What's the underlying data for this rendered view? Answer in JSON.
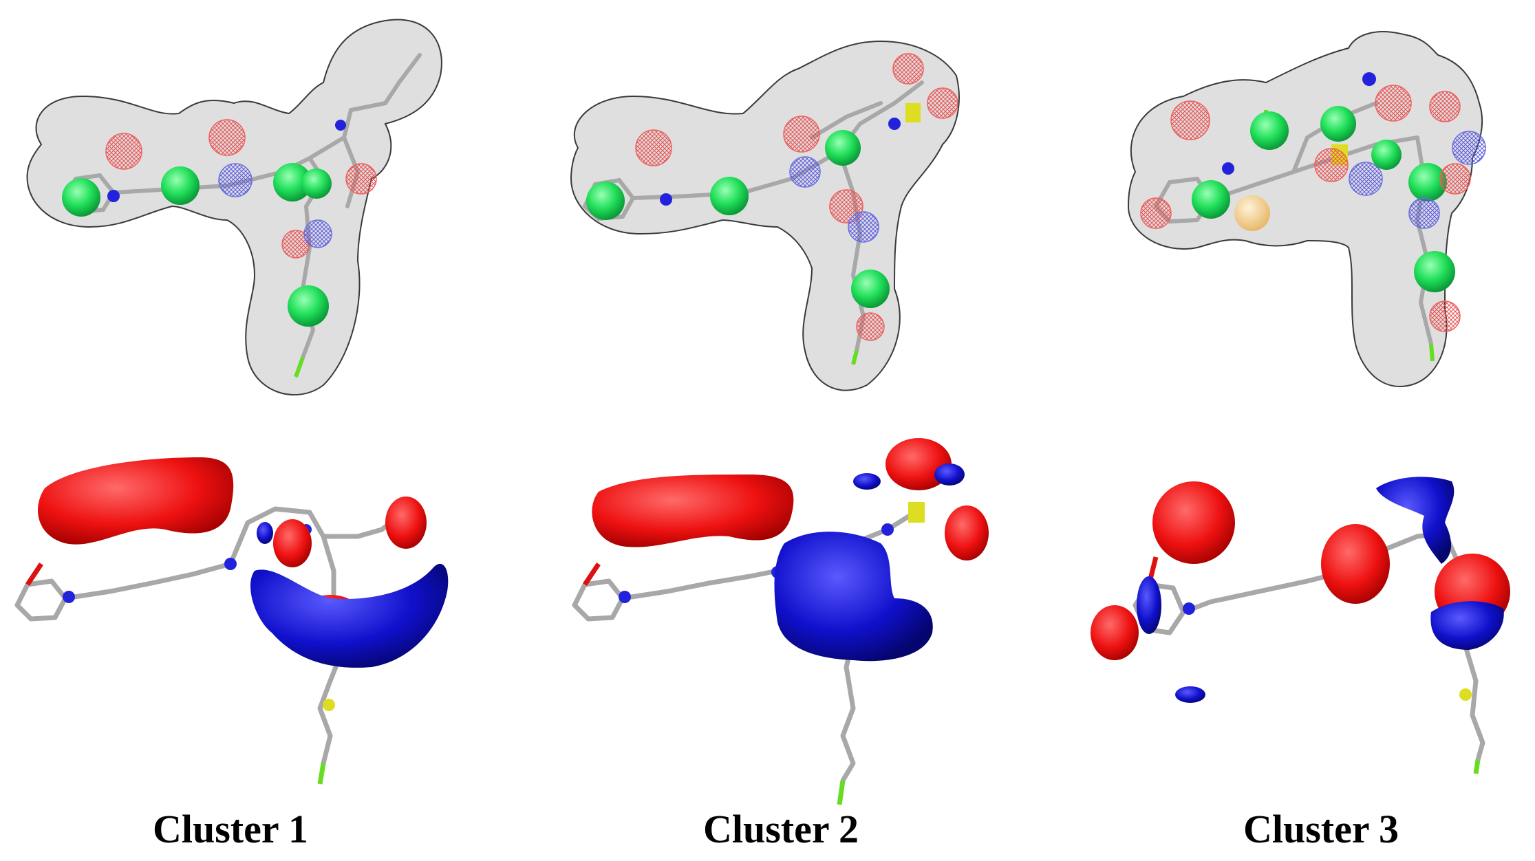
{
  "figure": {
    "captions": [
      "Cluster 1",
      "Cluster 2",
      "Cluster 3"
    ]
  },
  "colors": {
    "surface": "#d9d9d9",
    "surface_edge": "#3a3a3a",
    "hydrophobic": "#22e05a",
    "acceptor_mesh": "#f06060",
    "donor_mesh": "#6a70e0",
    "contour_red": "#ee1111",
    "contour_blue": "#1010cc",
    "bond": "#a8a8a8",
    "nitrogen": "#2222dd",
    "oxygen": "#dd1111",
    "halogen": "#66dd22",
    "sulfur": "#dddd22",
    "aromatic_ring": "#f5cf8a"
  }
}
